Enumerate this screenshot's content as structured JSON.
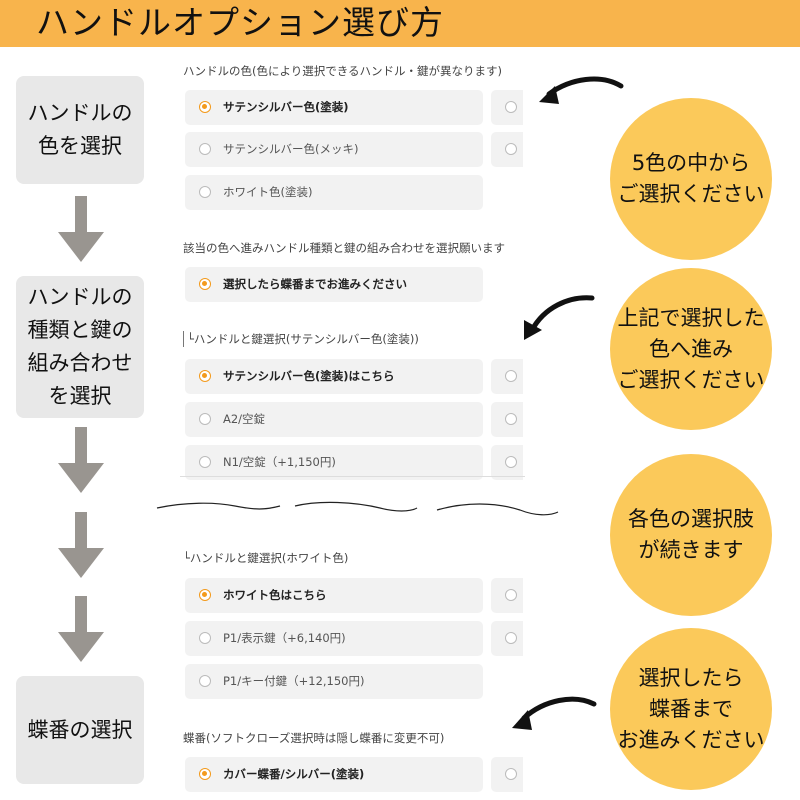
{
  "header": {
    "title": "ハンドルオプション選び方"
  },
  "steps": {
    "color": [
      "ハンドルの",
      "色を選択"
    ],
    "type": [
      "ハンドルの",
      "種類と鍵の",
      "組み合わせ",
      "を選択"
    ],
    "hinge": [
      "蝶番の選択"
    ]
  },
  "form": {
    "color_section": {
      "label": "ハンドルの色(色により選択できるハンドル・鍵が異なります)",
      "options": [
        "サテンシルバー色(塗装)",
        "サテンシルバー色(メッキ)",
        "ホワイト色(塗装)"
      ]
    },
    "proceed_section": {
      "label": "該当の色へ進みハンドル種類と鍵の組み合わせを選択願います",
      "options": [
        "選択したら蝶番までお進みください"
      ]
    },
    "satin_section": {
      "label": "└ハンドルと鍵選択(サテンシルバー色(塗装))",
      "options": [
        "サテンシルバー色(塗装)はこちら",
        "A2/空錠",
        "N1/空錠（+1,150円)"
      ]
    },
    "white_section": {
      "label": "└ハンドルと鍵選択(ホワイト色)",
      "options": [
        "ホワイト色はこちら",
        "P1/表示鍵（+6,140円)",
        "P1/キー付鍵（+12,150円)"
      ]
    },
    "hinge_section": {
      "label": "蝶番(ソフトクローズ選択時は隠し蝶番に変更不可)",
      "options": [
        "カバー蝶番/シルバー(塗装)"
      ]
    }
  },
  "callouts": {
    "c1": [
      "5色の中から",
      "ご選択ください"
    ],
    "c2": [
      "上記で選択した",
      "色へ進み",
      "ご選択ください"
    ],
    "c3": [
      "各色の選択肢",
      "が続きます"
    ],
    "c4": [
      "選択したら",
      "蝶番まで",
      "お進みください"
    ]
  },
  "colors": {
    "header": "#f8b44c",
    "callout": "#fbc95a",
    "step_box": "#e8e8e8",
    "arrow": "#999590",
    "radio_selected": "#f39a1c"
  }
}
